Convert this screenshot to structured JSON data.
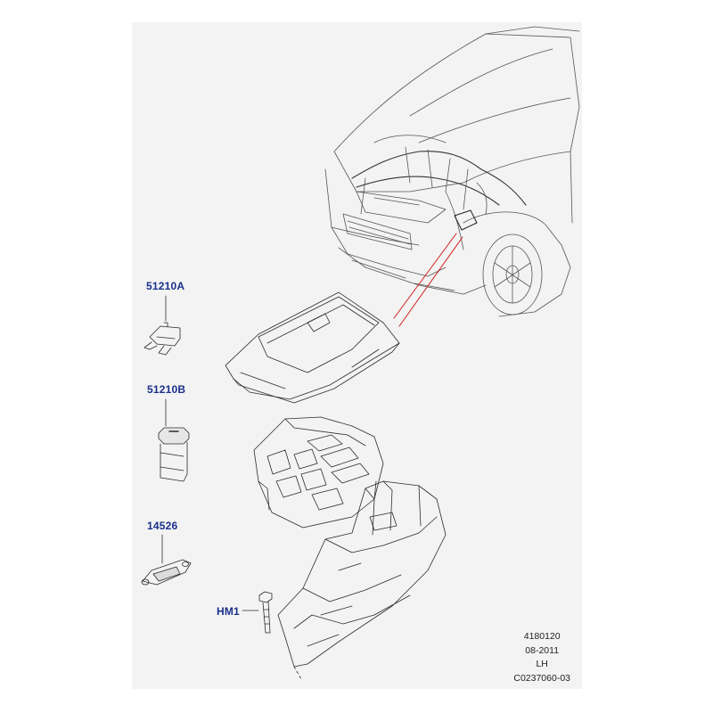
{
  "callouts": {
    "p51210a": "51210A",
    "p51210b": "51210B",
    "p14526": "14526",
    "hm1": "HM1"
  },
  "meta": {
    "illustration_no": "4180120",
    "date": "08-2011",
    "side": "LH",
    "code": "C0237060-03"
  },
  "colors": {
    "callout_text": "#1a2f8c",
    "leader_red": "#d11f1f",
    "line_art": "#2b2b2b",
    "sheet_bg": "#f2f3f2"
  }
}
